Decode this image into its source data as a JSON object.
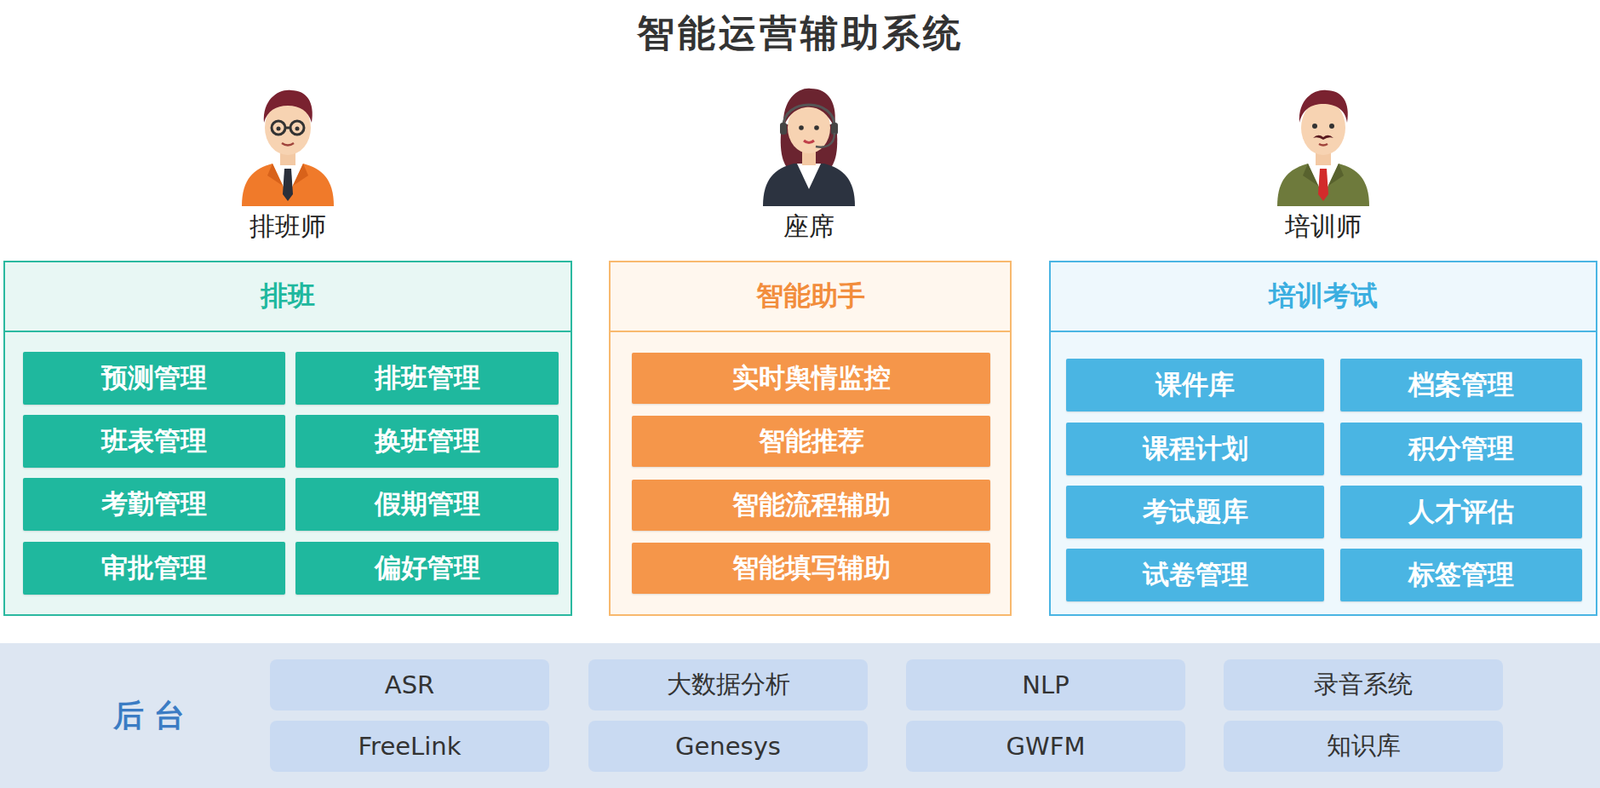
{
  "diagram": {
    "title": "智能运营辅助系统",
    "nodes": [
      {
        "text": [
          "排班"
        ]
      },
      {
        "text": [
          "预测管理"
        ],
        "in": 0
      },
      {
        "text": [
          "排班管理"
        ],
        "in": 0
      },
      {
        "text": [
          "班表管理"
        ],
        "in": 0
      },
      {
        "text": [
          "换班管理"
        ],
        "in": 0
      },
      {
        "text": [
          "考勤管理"
        ],
        "in": 0
      },
      {
        "text": [
          "假期管理"
        ],
        "in": 0
      },
      {
        "text": [
          "审批管理"
        ],
        "in": 0
      },
      {
        "text": [
          "偏好管理"
        ],
        "in": 0
      },
      {
        "text": [
          "智能助手"
        ]
      },
      {
        "text": [
          "实时舆情监控"
        ],
        "in": 9
      },
      {
        "text": [
          "智能推荐"
        ],
        "in": 9
      },
      {
        "text": [
          "智能流程辅助"
        ],
        "in": 9
      },
      {
        "text": [
          "智能填写辅助"
        ],
        "in": 9
      },
      {
        "text": [
          "培训考试"
        ]
      },
      {
        "text": [
          "课件库"
        ],
        "in": 14
      },
      {
        "text": [
          "档案管理"
        ],
        "in": 14
      },
      {
        "text": [
          "课程计划"
        ],
        "in": 14
      },
      {
        "text": [
          "积分管理"
        ],
        "in": 14
      },
      {
        "text": [
          "考试题库"
        ],
        "in": 14
      },
      {
        "text": [
          "人才评估"
        ],
        "in": 14
      },
      {
        "text": [
          "试卷管理"
        ],
        "in": 14
      },
      {
        "text": [
          "标签管理"
        ],
        "in": 14
      },
      {
        "text": [
          "后 台"
        ]
      },
      {
        "text": [
          "ASR"
        ],
        "in": 23
      },
      {
        "text": [
          "大数据分析"
        ],
        "in": 23
      },
      {
        "text": [
          "NLP"
        ],
        "in": 23
      },
      {
        "text": [
          "录音系统"
        ],
        "in": 23
      },
      {
        "text": [
          "FreeLink"
        ],
        "in": 23
      },
      {
        "text": [
          "Genesys"
        ],
        "in": 23
      },
      {
        "text": [
          "GWFM"
        ],
        "in": 23
      },
      {
        "text": [
          "知识库"
        ],
        "in": 23
      }
    ],
    "labels": [
      "排班师",
      "座席",
      "培训师"
    ]
  }
}
